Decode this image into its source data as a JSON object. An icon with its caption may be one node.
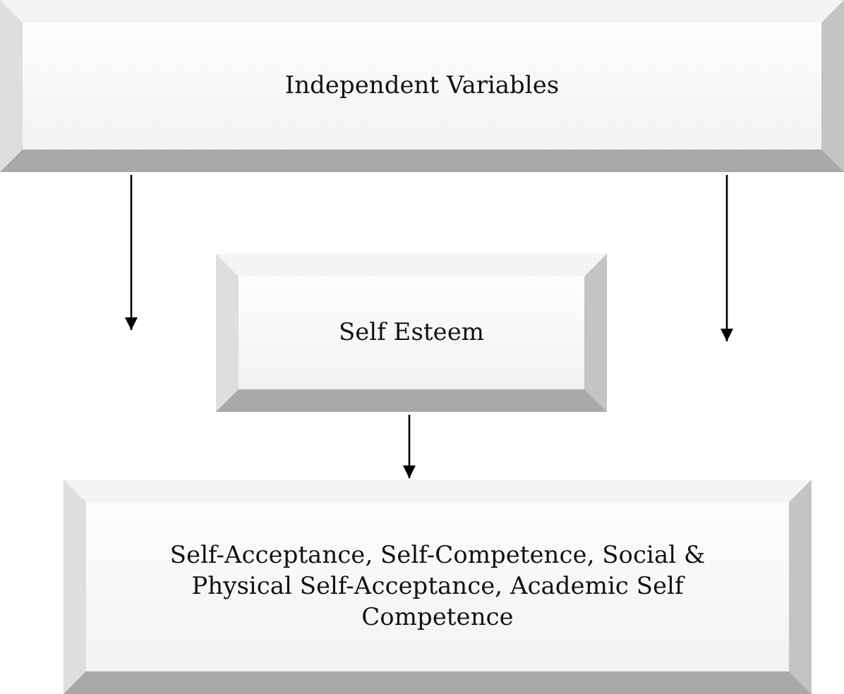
{
  "diagram": {
    "nodes": [
      {
        "text": [
          "Independent Variables"
        ]
      },
      {
        "text": [
          "Self Esteem"
        ]
      },
      {
        "text": [
          "Self-Acceptance, Self-Competence, Social & Physical Self-Acceptance, Academic Self Competence"
        ]
      }
    ],
    "edges": [
      {
        "from": 0,
        "to": null,
        "arrow": "to"
      },
      {
        "from": 0,
        "to": null,
        "arrow": "to"
      },
      {
        "from": 1,
        "to": 2,
        "arrow": "to"
      }
    ]
  }
}
